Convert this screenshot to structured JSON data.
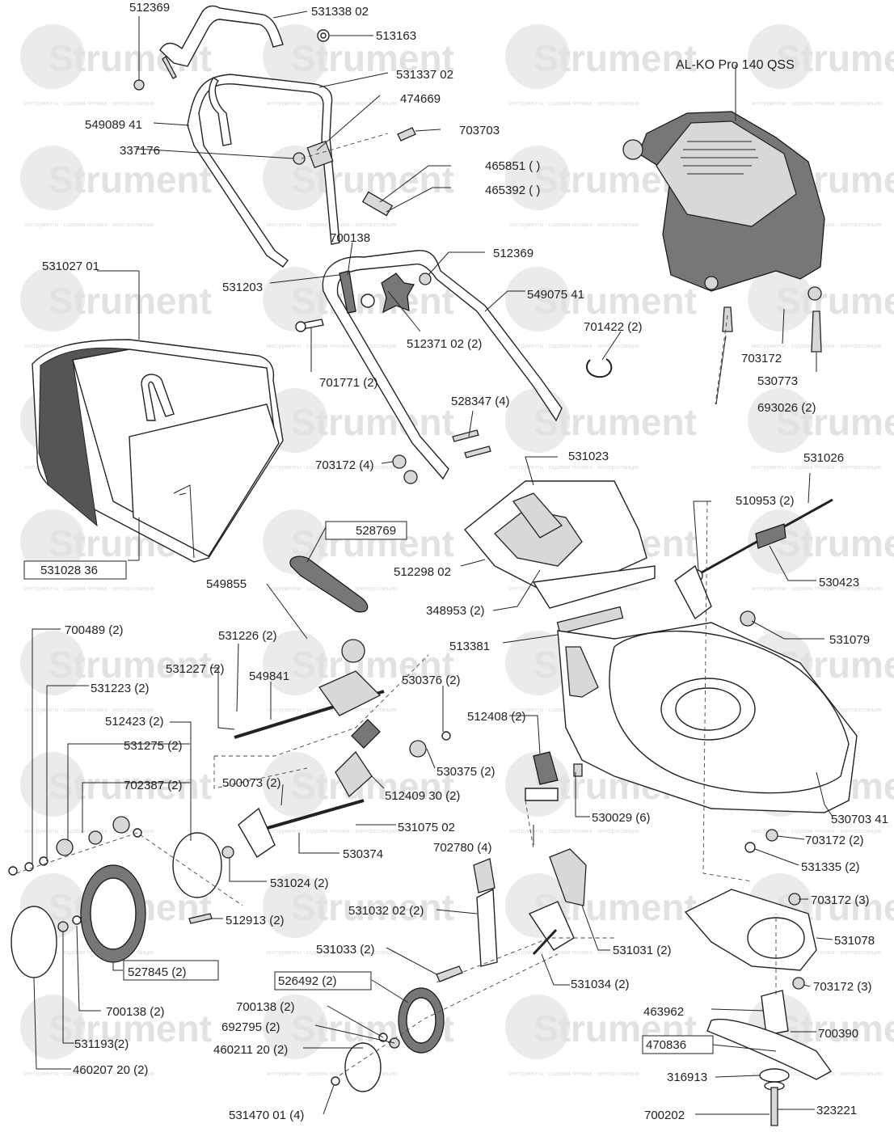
{
  "title": "AL-KO Pro 140 QSS",
  "watermark": {
    "brand": "Strument",
    "tagline": "инструменты - садовая техника - электростанции"
  },
  "labels": [
    "512369",
    "531338 02",
    "513163",
    "531337 02",
    "474669",
    "549089 41",
    "703703",
    "337176",
    "465851 (   )",
    "465392 (   )",
    "700138",
    "512369",
    "531027 01",
    "531203",
    "549075 41",
    "512371 02 (2)",
    "701422 (2)",
    "703172",
    "530773",
    "693026 (2)",
    "701771 (2)",
    "528347 (4)",
    "703172 (4)",
    "531023",
    "531026",
    "510953 (2)",
    "528769",
    "531028 36",
    "512298 02",
    "530423",
    "549855",
    "348953 (2)",
    "700489 (2)",
    "531226 (2)",
    "513381",
    "531079",
    "531227 (2)",
    "549841",
    "531223 (2)",
    "530376 (2)",
    "512408 (2)",
    "512423 (2)",
    "531275 (2)",
    "530375 (2)",
    "500073 (2)",
    "702387 (2)",
    "512409 30 (2)",
    "530029 (6)",
    "531075 02",
    "530703 41",
    "702780 (4)",
    "703172 (2)",
    "530374",
    "531335 (2)",
    "531024 (2)",
    "703172 (3)",
    "531032 02 (2)",
    "512913 (2)",
    "531078",
    "531031 (2)",
    "531033 (2)",
    "527845 (2)",
    "531034 (2)",
    "526492 (2)",
    "703172 (3)",
    "700138 (2)",
    "463962",
    "700138 (2)",
    "692795 (2)",
    "700390",
    "470836",
    "531193(2)",
    "460211 20 (2)",
    "316913",
    "460207 20 (2)",
    "531470 01 (4)",
    "700202",
    "323221"
  ]
}
